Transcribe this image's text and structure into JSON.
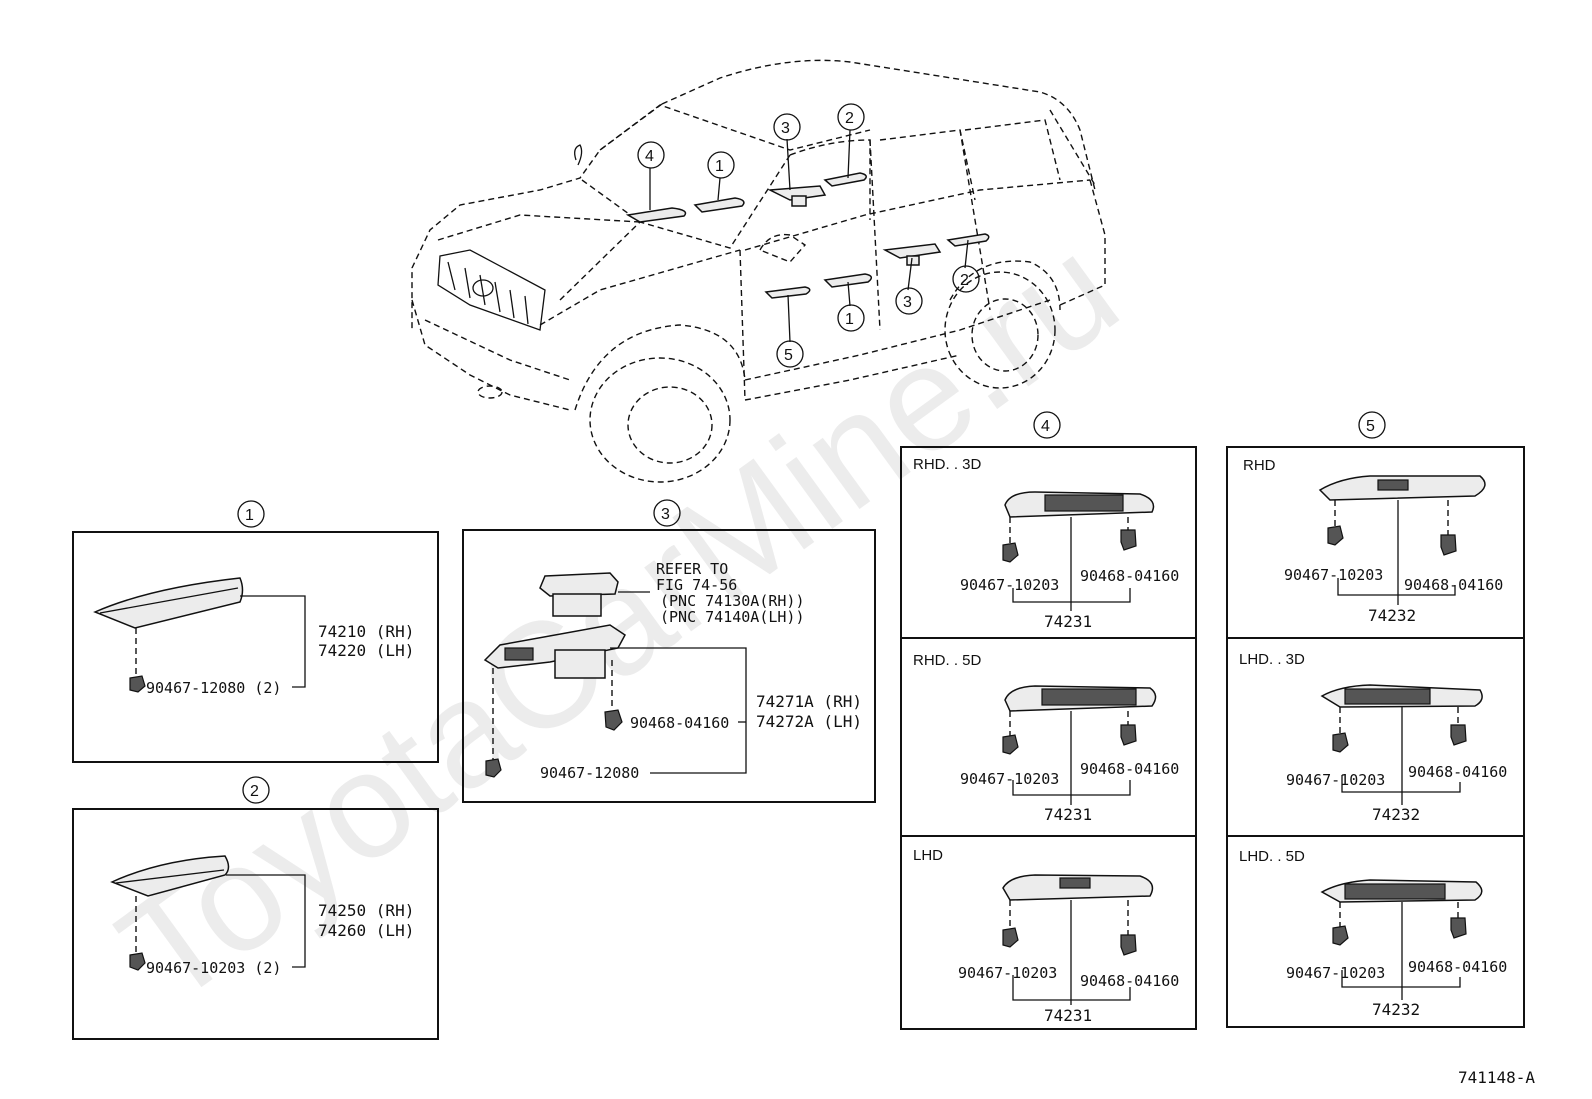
{
  "watermark": "ToyotaCarMine.ru",
  "diagram_code": "741148-A",
  "car_callouts": [
    "4",
    "1",
    "3",
    "2",
    "2",
    "3",
    "1",
    "5"
  ],
  "section1": {
    "id": "1",
    "part_rh": "74210 (RH)",
    "part_lh": "74220 (LH)",
    "clip": "90467-12080 (2)"
  },
  "section2": {
    "id": "2",
    "part_rh": "74250 (RH)",
    "part_lh": "74260 (LH)",
    "clip": "90467-10203 (2)"
  },
  "section3": {
    "id": "3",
    "refer_lines": [
      "REFER TO",
      "FIG 74-56",
      "(PNC 74130A(RH))",
      "(PNC 74140A(LH))"
    ],
    "part_rh": "74271A (RH)",
    "part_lh": "74272A (LH)",
    "clip_a": "90468-04160",
    "clip_b": "90467-12080"
  },
  "section4": {
    "id": "4",
    "panels": [
      {
        "header": "RHD. . 3D",
        "clip_left": "90467-10203",
        "clip_right": "90468-04160",
        "part": "74231"
      },
      {
        "header": "RHD. . 5D",
        "clip_left": "90467-10203",
        "clip_right": "90468-04160",
        "part": "74231"
      },
      {
        "header": "LHD",
        "clip_left": "90467-10203",
        "clip_right": "90468-04160",
        "part": "74231"
      }
    ]
  },
  "section5": {
    "id": "5",
    "panels": [
      {
        "header": "RHD",
        "clip_left": "90467-10203",
        "clip_right": "90468-04160",
        "part": "74232"
      },
      {
        "header": "LHD. . 3D",
        "clip_left": "90467-10203",
        "clip_right": "90468-04160",
        "part": "74232"
      },
      {
        "header": "LHD. . 5D",
        "clip_left": "90467-10203",
        "clip_right": "90468-04160",
        "part": "74232"
      }
    ]
  }
}
